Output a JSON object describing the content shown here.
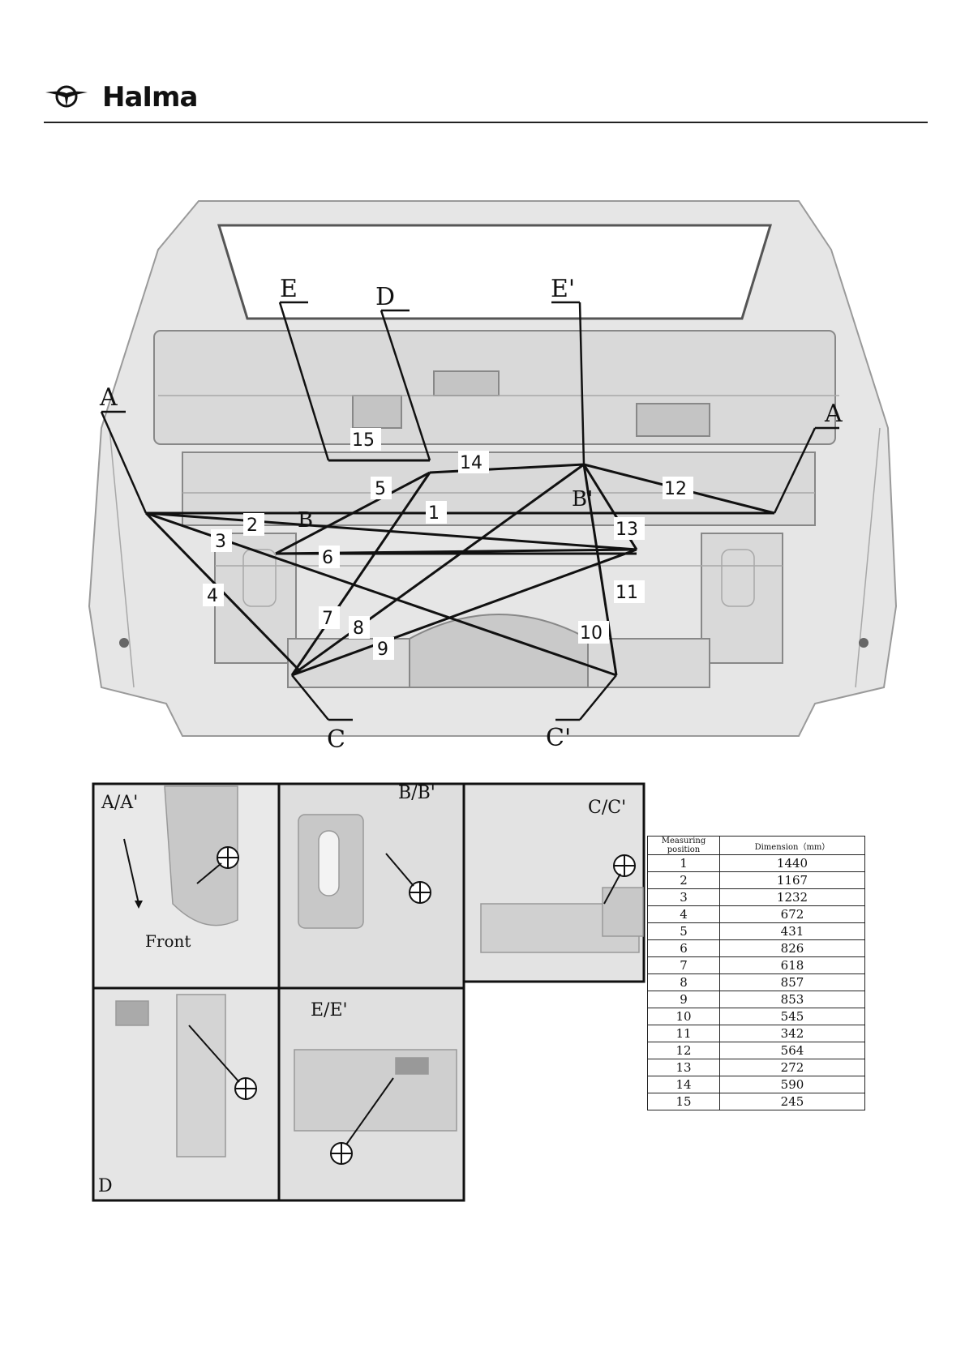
{
  "header": {
    "brand": "HaIma",
    "logo_icon": "haima-wing-emblem-icon"
  },
  "diagram": {
    "point_labels": [
      "A",
      "A",
      "B",
      "B'",
      "C",
      "C'",
      "D",
      "E",
      "E'"
    ],
    "measurement_labels": [
      "1",
      "2",
      "3",
      "4",
      "5",
      "6",
      "7",
      "8",
      "9",
      "10",
      "11",
      "12",
      "13",
      "14",
      "15"
    ]
  },
  "details": [
    {
      "id": "aa",
      "label": "A/A'",
      "note": "Front"
    },
    {
      "id": "bb",
      "label": "B/B'"
    },
    {
      "id": "cc",
      "label": "C/C'"
    },
    {
      "id": "d",
      "label": "D"
    },
    {
      "id": "ee",
      "label": "E/E'"
    }
  ],
  "table": {
    "header_position": "Measuring position",
    "header_dimension": "Dimension（mm）",
    "rows": [
      {
        "position": "1",
        "dimension": "1440"
      },
      {
        "position": "2",
        "dimension": "1167"
      },
      {
        "position": "3",
        "dimension": "1232"
      },
      {
        "position": "4",
        "dimension": "672"
      },
      {
        "position": "5",
        "dimension": "431"
      },
      {
        "position": "6",
        "dimension": "826"
      },
      {
        "position": "7",
        "dimension": "618"
      },
      {
        "position": "8",
        "dimension": "857"
      },
      {
        "position": "9",
        "dimension": "853"
      },
      {
        "position": "10",
        "dimension": "545"
      },
      {
        "position": "11",
        "dimension": "342"
      },
      {
        "position": "12",
        "dimension": "564"
      },
      {
        "position": "13",
        "dimension": "272"
      },
      {
        "position": "14",
        "dimension": "590"
      },
      {
        "position": "15",
        "dimension": "245"
      }
    ]
  }
}
